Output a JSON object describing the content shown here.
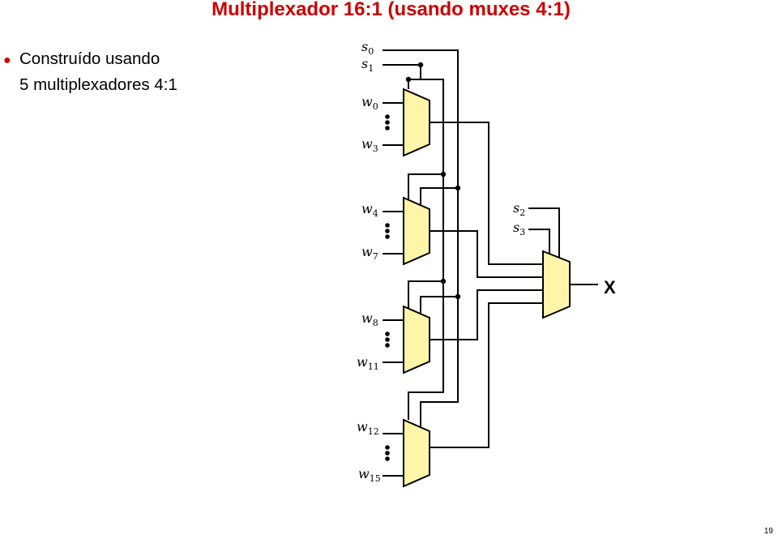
{
  "title": "Multiplexador 16:1 (usando muxes 4:1)",
  "bullet": {
    "line1": "Construído usando",
    "line2": "5 multiplexadores 4:1"
  },
  "diagram": {
    "output_label": "X",
    "selects_first_stage": [
      {
        "base": "s",
        "sub": "0"
      },
      {
        "base": "s",
        "sub": "1"
      }
    ],
    "selects_second_stage": [
      {
        "base": "s",
        "sub": "2"
      },
      {
        "base": "s",
        "sub": "3"
      }
    ],
    "inputs": [
      {
        "base": "w",
        "sub": "0"
      },
      {
        "base": "w",
        "sub": "3"
      },
      {
        "base": "w",
        "sub": "4"
      },
      {
        "base": "w",
        "sub": "7"
      },
      {
        "base": "w",
        "sub": "8"
      },
      {
        "base": "w",
        "sub": "11"
      },
      {
        "base": "w",
        "sub": "12"
      },
      {
        "base": "w",
        "sub": "15"
      }
    ],
    "mux_fill": "#fff5a8"
  },
  "page_number": "19"
}
